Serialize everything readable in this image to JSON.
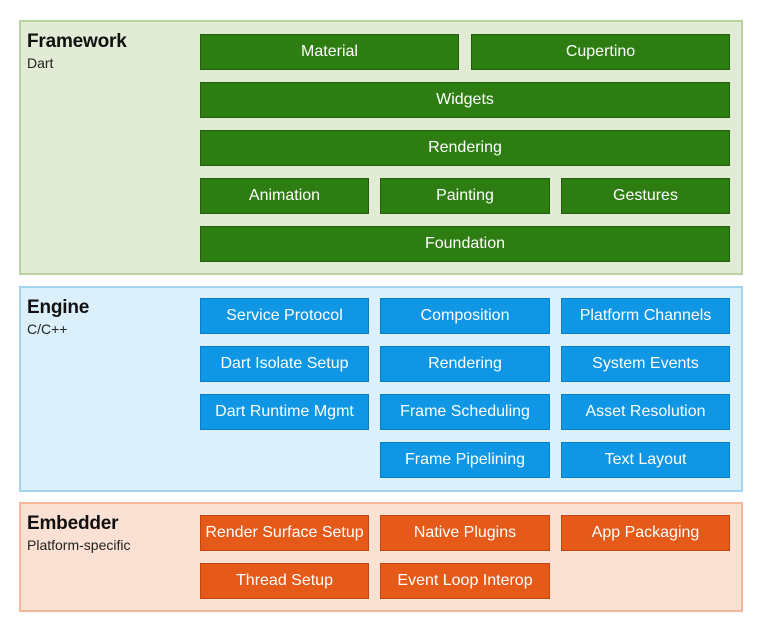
{
  "framework": {
    "title": "Framework",
    "subtitle": "Dart",
    "color": "#2e7d12",
    "items": {
      "material": "Material",
      "cupertino": "Cupertino",
      "widgets": "Widgets",
      "rendering": "Rendering",
      "animation": "Animation",
      "painting": "Painting",
      "gestures": "Gestures",
      "foundation": "Foundation"
    }
  },
  "engine": {
    "title": "Engine",
    "subtitle": "C/C++",
    "color": "#0f97e6",
    "items": {
      "service_protocol": "Service Protocol",
      "composition": "Composition",
      "platform_channels": "Platform Channels",
      "dart_isolate_setup": "Dart Isolate Setup",
      "rendering": "Rendering",
      "system_events": "System Events",
      "dart_runtime_mgmt": "Dart Runtime Mgmt",
      "frame_scheduling": "Frame Scheduling",
      "asset_resolution": "Asset Resolution",
      "frame_pipelining": "Frame Pipelining",
      "text_layout": "Text Layout"
    }
  },
  "embedder": {
    "title": "Embedder",
    "subtitle": "Platform-specific",
    "color": "#e55a18",
    "items": {
      "render_surface_setup": "Render Surface Setup",
      "native_plugins": "Native Plugins",
      "app_packaging": "App Packaging",
      "thread_setup": "Thread Setup",
      "event_loop_interop": "Event Loop Interop"
    }
  }
}
